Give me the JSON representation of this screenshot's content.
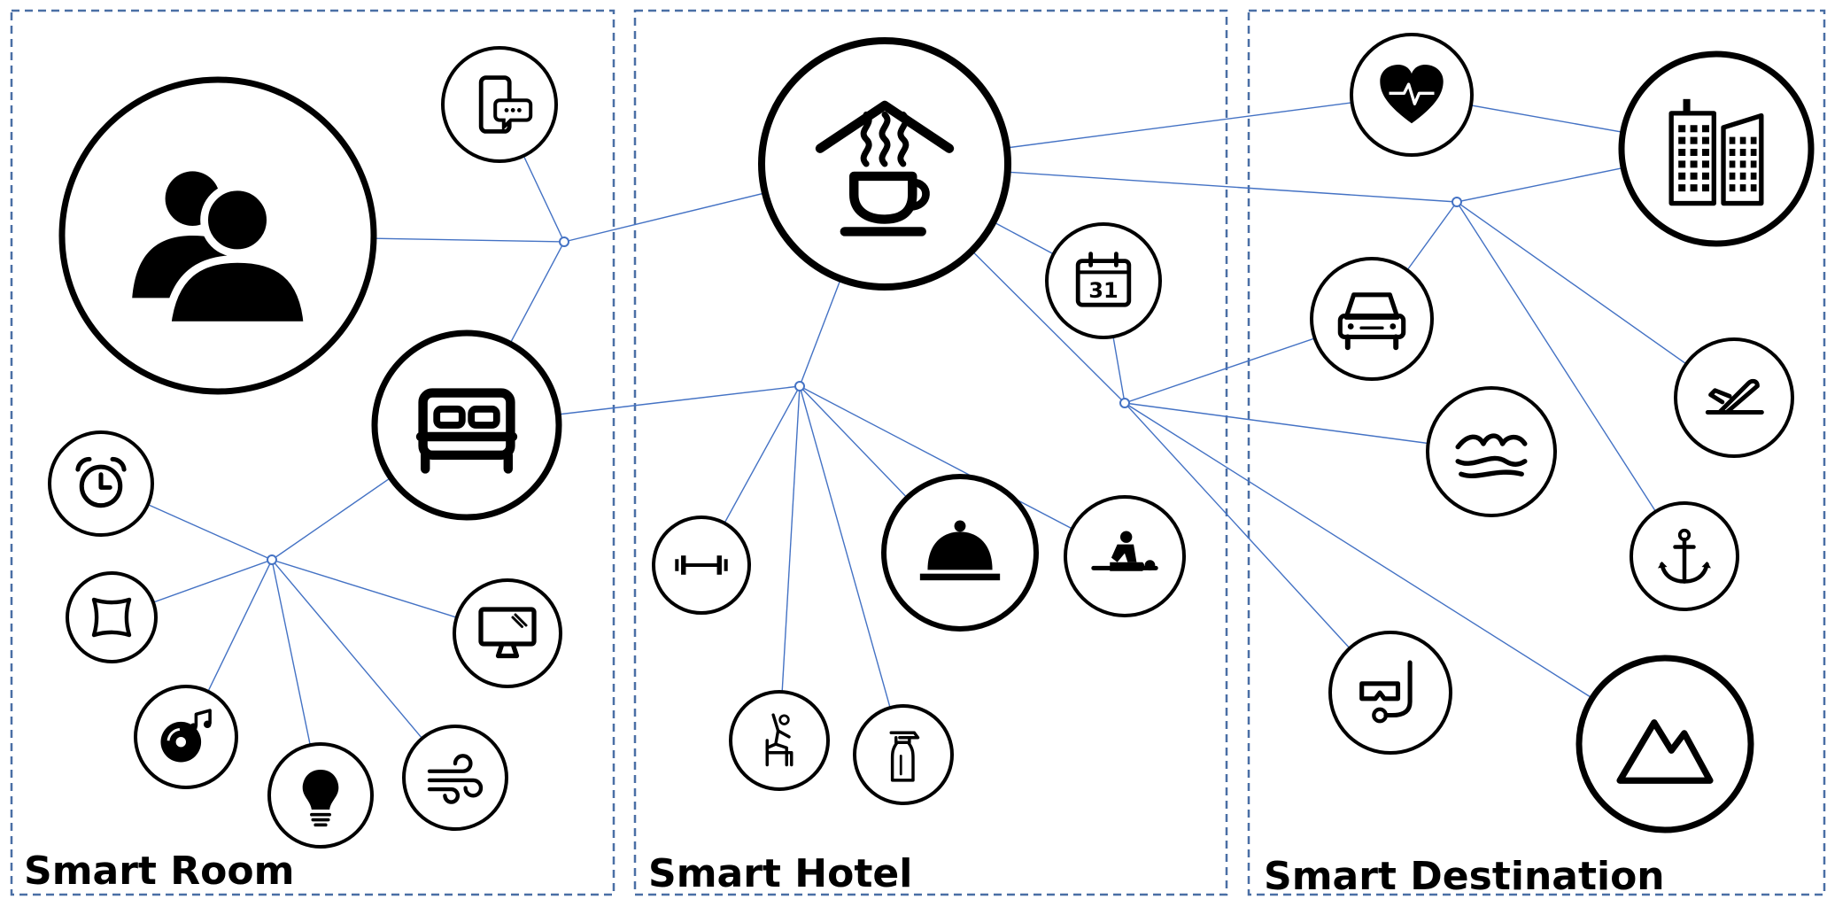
{
  "panels": [
    {
      "id": "room",
      "label": "Smart Room"
    },
    {
      "id": "hotel",
      "label": "Smart Hotel"
    },
    {
      "id": "destination",
      "label": "Smart Destination"
    }
  ],
  "colors": {
    "panel_border": "#4a6fa5",
    "link_line": "#4472c4",
    "node_stroke": "#000000",
    "background": "#ffffff"
  },
  "nodes": [
    {
      "id": "guests",
      "icon": "guests-icon",
      "panel": "room"
    },
    {
      "id": "phone-chat",
      "icon": "phone-chat-icon",
      "panel": "room"
    },
    {
      "id": "bed",
      "icon": "bed-icon",
      "panel": "room"
    },
    {
      "id": "alarm-clock",
      "icon": "alarm-clock-icon",
      "panel": "room"
    },
    {
      "id": "pillow",
      "icon": "pillow-icon",
      "panel": "room"
    },
    {
      "id": "monitor",
      "icon": "monitor-icon",
      "panel": "room"
    },
    {
      "id": "music",
      "icon": "music-disc-icon",
      "panel": "room"
    },
    {
      "id": "light-bulb",
      "icon": "light-bulb-icon",
      "panel": "room"
    },
    {
      "id": "air-wind",
      "icon": "wind-icon",
      "panel": "room"
    },
    {
      "id": "hotel-cafe",
      "icon": "hotel-coffee-icon",
      "panel": "hotel"
    },
    {
      "id": "calendar",
      "icon": "calendar-icon",
      "panel": "hotel",
      "text": "31"
    },
    {
      "id": "gym",
      "icon": "dumbbell-icon",
      "panel": "hotel"
    },
    {
      "id": "room-service",
      "icon": "cloche-icon",
      "panel": "hotel"
    },
    {
      "id": "massage",
      "icon": "massage-icon",
      "panel": "hotel"
    },
    {
      "id": "fitness-chair",
      "icon": "exercise-icon",
      "panel": "hotel"
    },
    {
      "id": "cleaning",
      "icon": "spray-bottle-icon",
      "panel": "hotel"
    },
    {
      "id": "health",
      "icon": "heart-pulse-icon",
      "panel": "destination"
    },
    {
      "id": "city",
      "icon": "buildings-icon",
      "panel": "destination"
    },
    {
      "id": "car",
      "icon": "car-icon",
      "panel": "destination"
    },
    {
      "id": "airplane",
      "icon": "airplane-icon",
      "panel": "destination"
    },
    {
      "id": "sea",
      "icon": "waves-icon",
      "panel": "destination"
    },
    {
      "id": "marina",
      "icon": "anchor-icon",
      "panel": "destination"
    },
    {
      "id": "snorkel",
      "icon": "snorkel-icon",
      "panel": "destination"
    },
    {
      "id": "mountains",
      "icon": "mountain-icon",
      "panel": "destination"
    }
  ],
  "hubs": [
    "room-upper-hub",
    "room-lower-hub",
    "hotel-hub",
    "hotel-right-hub",
    "destination-hub"
  ],
  "links": [
    [
      "guests",
      "room-upper-hub"
    ],
    [
      "phone-chat",
      "room-upper-hub"
    ],
    [
      "bed",
      "room-upper-hub"
    ],
    [
      "hotel-cafe",
      "room-upper-hub"
    ],
    [
      "bed",
      "room-lower-hub"
    ],
    [
      "alarm-clock",
      "room-lower-hub"
    ],
    [
      "pillow",
      "room-lower-hub"
    ],
    [
      "monitor",
      "room-lower-hub"
    ],
    [
      "music",
      "room-lower-hub"
    ],
    [
      "light-bulb",
      "room-lower-hub"
    ],
    [
      "air-wind",
      "room-lower-hub"
    ],
    [
      "bed",
      "hotel-hub"
    ],
    [
      "hotel-cafe",
      "hotel-hub"
    ],
    [
      "gym",
      "hotel-hub"
    ],
    [
      "room-service",
      "hotel-hub"
    ],
    [
      "massage",
      "hotel-hub"
    ],
    [
      "fitness-chair",
      "hotel-hub"
    ],
    [
      "cleaning",
      "hotel-hub"
    ],
    [
      "hotel-cafe",
      "calendar"
    ],
    [
      "hotel-cafe",
      "hotel-right-hub"
    ],
    [
      "calendar",
      "hotel-right-hub"
    ],
    [
      "car",
      "hotel-right-hub"
    ],
    [
      "sea",
      "hotel-right-hub"
    ],
    [
      "snorkel",
      "hotel-right-hub"
    ],
    [
      "mountains",
      "hotel-right-hub"
    ],
    [
      "hotel-cafe",
      "health"
    ],
    [
      "hotel-cafe",
      "destination-hub"
    ],
    [
      "health",
      "city"
    ],
    [
      "city",
      "destination-hub"
    ],
    [
      "car",
      "destination-hub"
    ],
    [
      "airplane",
      "destination-hub"
    ],
    [
      "marina",
      "destination-hub"
    ]
  ]
}
